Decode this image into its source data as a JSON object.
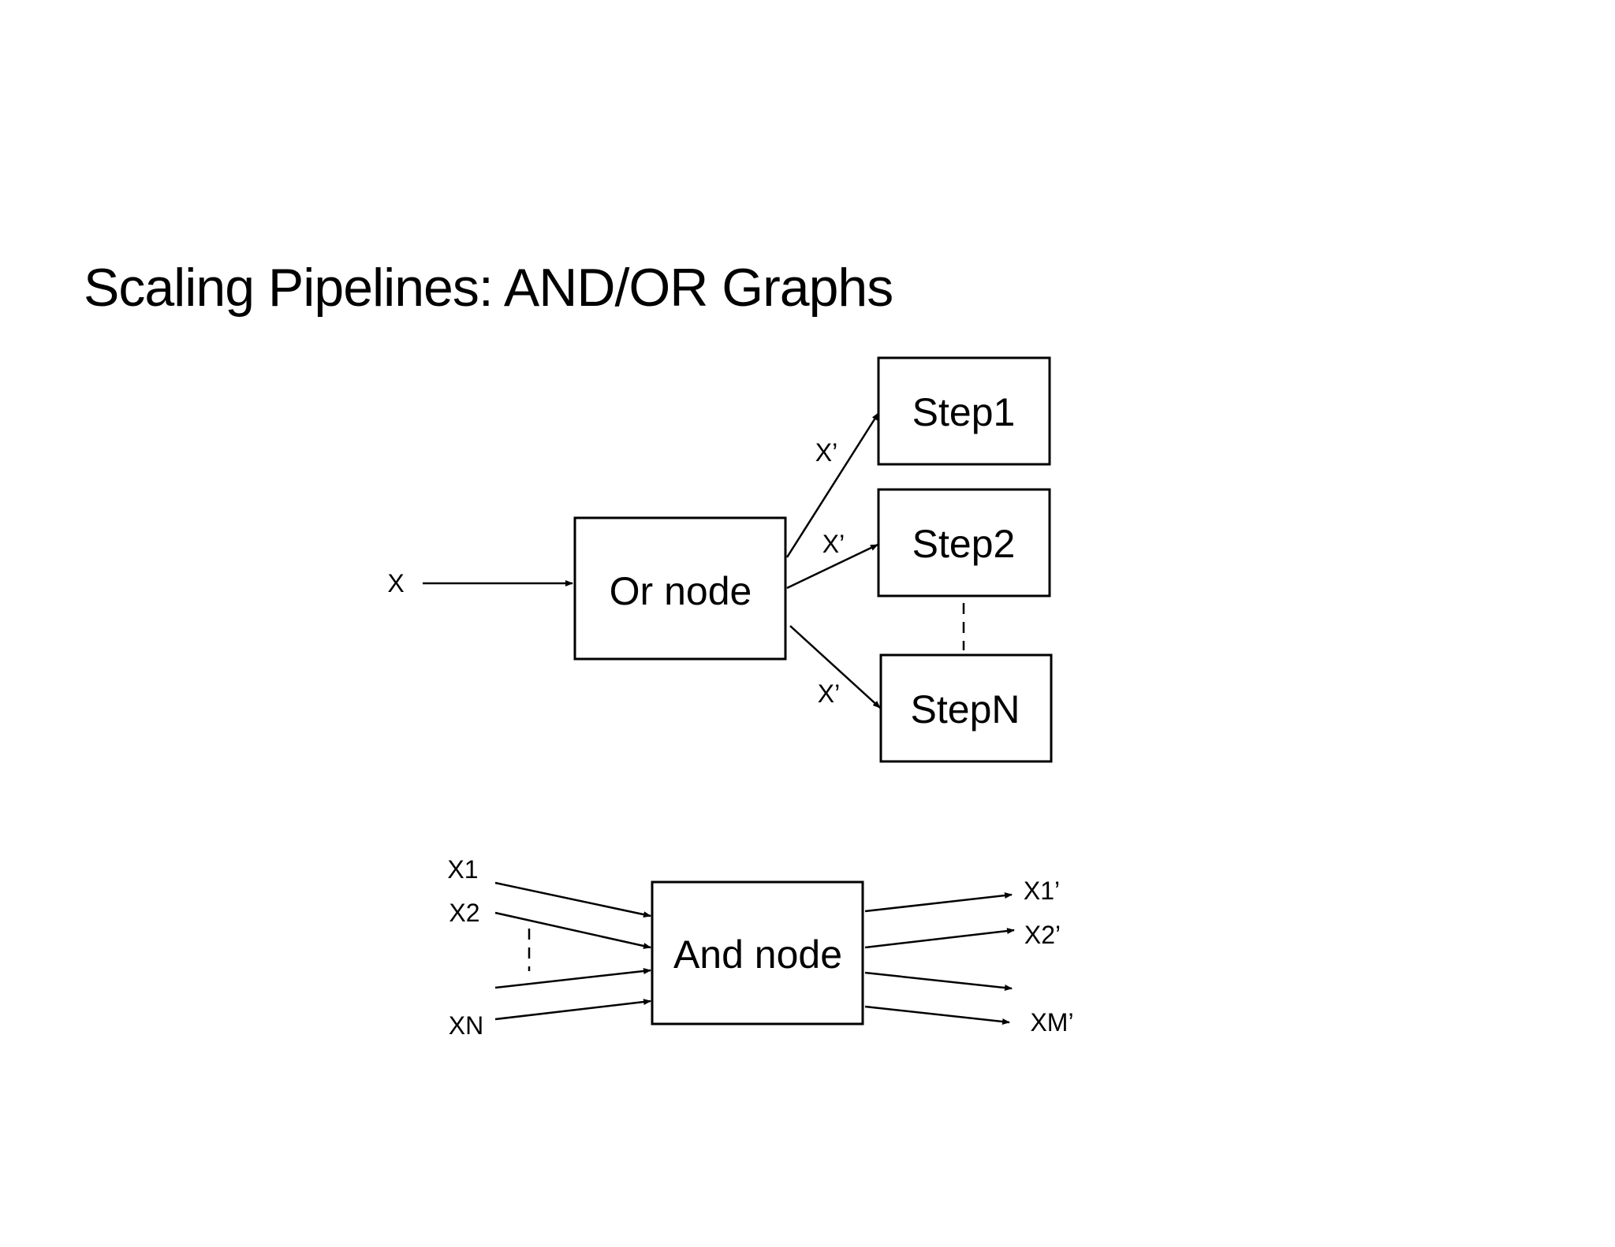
{
  "title": "Scaling Pipelines: AND/OR Graphs",
  "or_graph": {
    "input_label": "X",
    "node_label": "Or node",
    "edge_label": "X’",
    "steps": [
      "Step1",
      "Step2",
      "StepN"
    ]
  },
  "and_graph": {
    "node_label": "And node",
    "inputs": [
      "X1",
      "X2",
      "XN"
    ],
    "outputs": [
      "X1’",
      "X2’",
      "XM’"
    ]
  }
}
